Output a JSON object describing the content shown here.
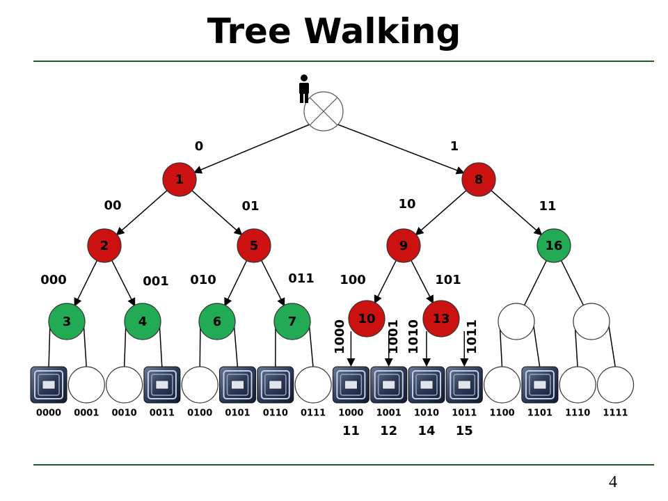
{
  "slide": {
    "title": "Tree Walking",
    "page_number": "4"
  },
  "colors": {
    "red": "#cc1111",
    "green": "#22aa55",
    "rule": "#1a5c2a",
    "tag_dark": "#2c3a5a"
  },
  "icons": {
    "root_user": "person-icon",
    "root_node": "crossed-circle-icon",
    "tag": "rfid-tag-icon"
  },
  "root_edges": [
    "0",
    "1"
  ],
  "level1": [
    {
      "num": "1",
      "color": "red",
      "edges": [
        "00",
        "01"
      ]
    },
    {
      "num": "8",
      "color": "red",
      "edges": [
        "10",
        "11"
      ]
    }
  ],
  "level2": [
    {
      "num": "2",
      "color": "red",
      "edges": [
        "000",
        "001"
      ]
    },
    {
      "num": "5",
      "color": "red",
      "edges": [
        "010",
        "011"
      ]
    },
    {
      "num": "9",
      "color": "red",
      "edges": [
        "100",
        "101"
      ]
    },
    {
      "num": "16",
      "color": "green",
      "edges": []
    }
  ],
  "level3": [
    {
      "num": "3",
      "color": "green",
      "edges": []
    },
    {
      "num": "4",
      "color": "green",
      "edges": []
    },
    {
      "num": "6",
      "color": "green",
      "edges": []
    },
    {
      "num": "7",
      "color": "green",
      "edges": []
    },
    {
      "num": "10",
      "color": "red",
      "edges": [
        "1000",
        "1001"
      ]
    },
    {
      "num": "13",
      "color": "red",
      "edges": [
        "1010",
        "1011"
      ]
    },
    {
      "num": "",
      "color": "white",
      "edges": []
    },
    {
      "num": "",
      "color": "white",
      "edges": []
    }
  ],
  "leaves": [
    {
      "code": "0000",
      "tag": true,
      "step": ""
    },
    {
      "code": "0001",
      "tag": false,
      "step": ""
    },
    {
      "code": "0010",
      "tag": false,
      "step": ""
    },
    {
      "code": "0011",
      "tag": true,
      "step": ""
    },
    {
      "code": "0100",
      "tag": false,
      "step": ""
    },
    {
      "code": "0101",
      "tag": true,
      "step": ""
    },
    {
      "code": "0110",
      "tag": true,
      "step": ""
    },
    {
      "code": "0111",
      "tag": false,
      "step": ""
    },
    {
      "code": "1000",
      "tag": true,
      "step": "11"
    },
    {
      "code": "1001",
      "tag": true,
      "step": "12"
    },
    {
      "code": "1010",
      "tag": true,
      "step": "14"
    },
    {
      "code": "1011",
      "tag": true,
      "step": "15"
    },
    {
      "code": "1100",
      "tag": false,
      "step": ""
    },
    {
      "code": "1101",
      "tag": true,
      "step": ""
    },
    {
      "code": "1110",
      "tag": false,
      "step": ""
    },
    {
      "code": "1111",
      "tag": false,
      "step": ""
    }
  ]
}
